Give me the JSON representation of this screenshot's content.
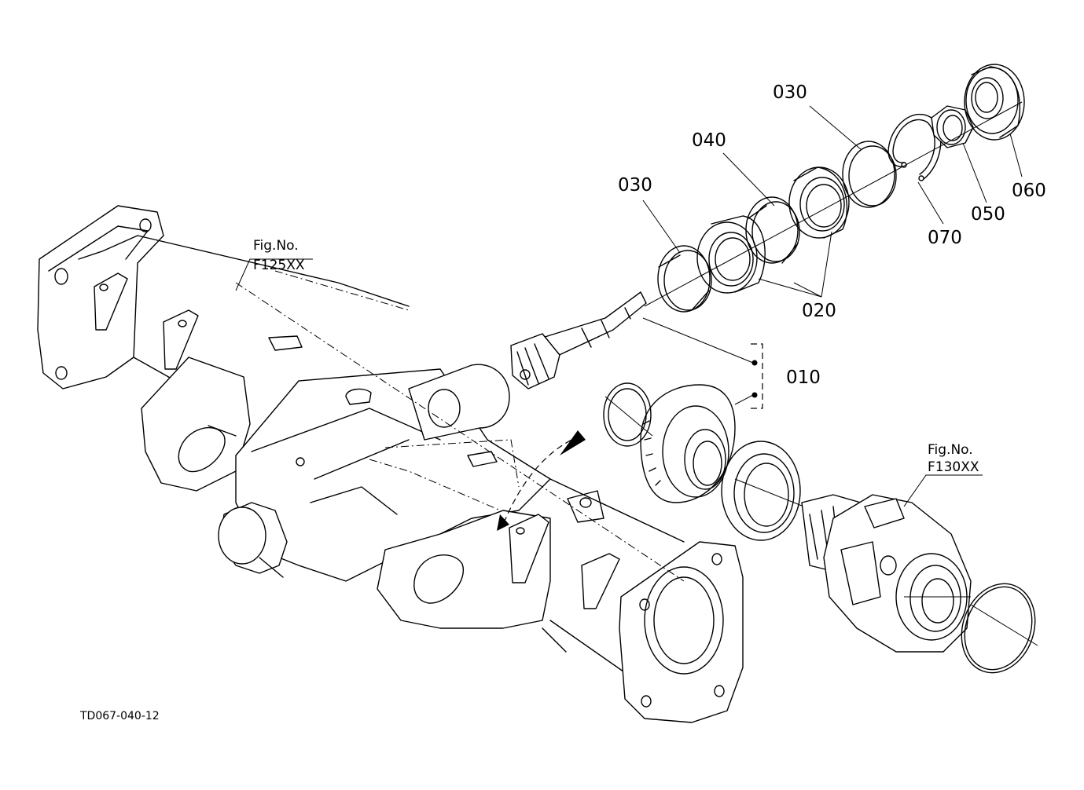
{
  "diagram": {
    "doc_code": "TD067-040-12",
    "fig_refs": [
      {
        "line1": "Fig.No.",
        "line2": "F125XX"
      },
      {
        "line1": "Fig.No.",
        "line2": "F130XX"
      }
    ],
    "part_labels": {
      "p010": "010",
      "p020": "020",
      "p030a": "030",
      "p030b": "030",
      "p040": "040",
      "p050": "050",
      "p060": "060",
      "p070": "070"
    }
  }
}
